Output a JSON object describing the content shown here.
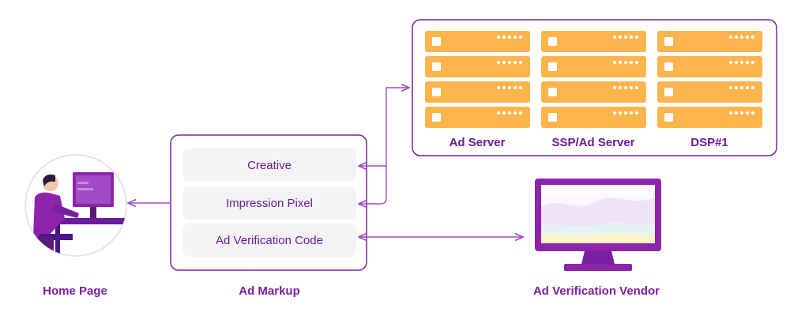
{
  "home_page": {
    "label": "Home Page"
  },
  "ad_markup": {
    "label": "Ad Markup",
    "items": [
      "Creative",
      "Impression Pixel",
      "Ad Verification Code"
    ]
  },
  "servers": {
    "labels": [
      "Ad Server",
      "SSP/Ad Server",
      "DSP#1"
    ]
  },
  "vendor": {
    "label": "Ad Verification Vendor"
  },
  "colors": {
    "primary": "#7b1fa2",
    "server": "#fbb54c",
    "line": "#9c4fc2"
  }
}
